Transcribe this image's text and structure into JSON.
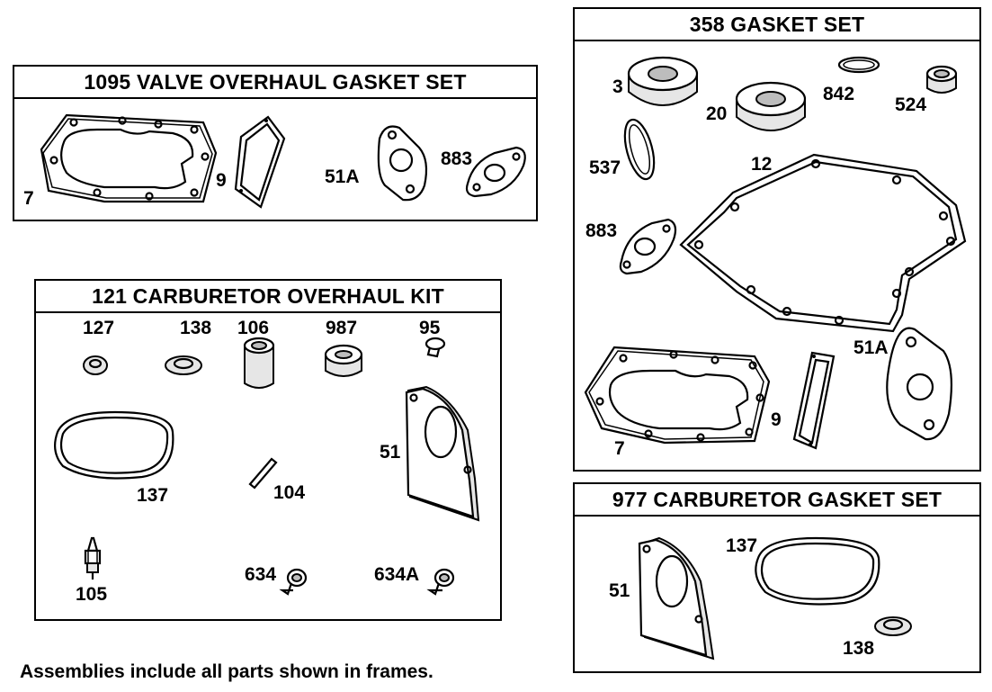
{
  "kits": {
    "valve": {
      "title": "1095 VALVE OVERHAUL GASKET SET",
      "parts": [
        "7",
        "9",
        "51A",
        "883"
      ]
    },
    "carb_overhaul": {
      "title": "121 CARBURETOR OVERHAUL KIT",
      "parts": [
        "127",
        "138",
        "106",
        "987",
        "95",
        "137",
        "104",
        "51",
        "105",
        "634",
        "634A"
      ]
    },
    "gasket_set": {
      "title": "358 GASKET SET",
      "parts": [
        "3",
        "20",
        "842",
        "524",
        "537",
        "12",
        "883",
        "51A",
        "9",
        "7"
      ]
    },
    "carb_gasket": {
      "title": "977 CARBURETOR GASKET SET",
      "parts": [
        "51",
        "137",
        "138"
      ]
    }
  },
  "footer": "Assemblies include all parts shown in frames."
}
